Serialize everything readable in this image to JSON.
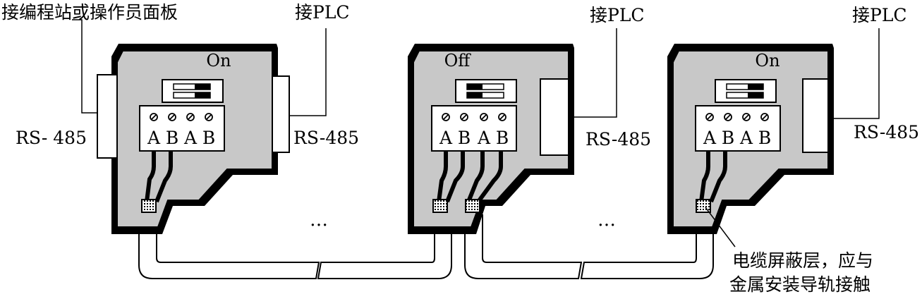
{
  "connectors": [
    {
      "switch_label": "On",
      "terminals": [
        "A",
        "B",
        "A",
        "B"
      ],
      "left_port_label": "RS- 485",
      "right_port_label": "RS-485",
      "top_left_note": "接编程站或操作员面板",
      "top_right_note": "接PLC"
    },
    {
      "switch_label": "Off",
      "terminals": [
        "A",
        "B",
        "A",
        "B"
      ],
      "right_port_label": "RS-485",
      "top_right_note": "接PLC"
    },
    {
      "switch_label": "On",
      "terminals": [
        "A",
        "B",
        "A",
        "B"
      ],
      "right_port_label": "RS-485",
      "top_right_note": "接PLC"
    }
  ],
  "ellipses": [
    "…",
    "…"
  ],
  "shield_note": {
    "line1": "电缆屏蔽层，应与",
    "line2": "金属安装导轨接触"
  }
}
